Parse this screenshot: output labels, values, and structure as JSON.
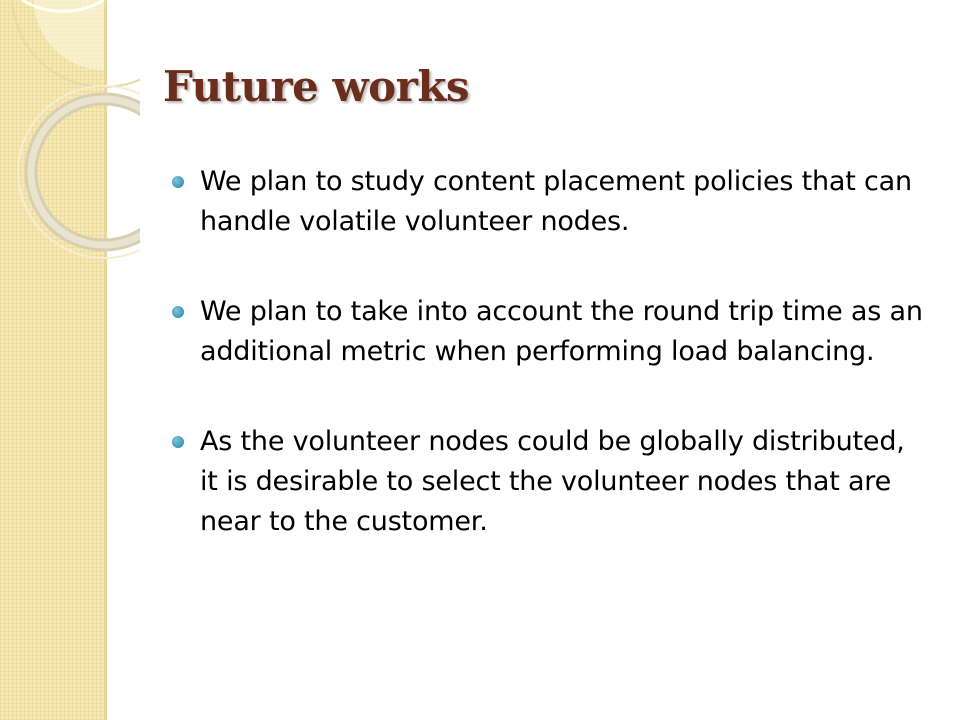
{
  "slide": {
    "title": "Future works",
    "bullets": [
      {
        "text": "We plan to study content placement policies that can handle volatile volunteer nodes."
      },
      {
        "text": "We plan to take into account the round trip time as an additional metric when performing load balancing."
      },
      {
        "text": "As the volunteer nodes could be globally distributed, it is desirable to select the volunteer nodes that are near to the customer."
      }
    ]
  },
  "colors": {
    "title": "#6b2d1c",
    "side_panel": "#f6e9b4",
    "bullet": "#3c98b8",
    "text": "#000000"
  }
}
